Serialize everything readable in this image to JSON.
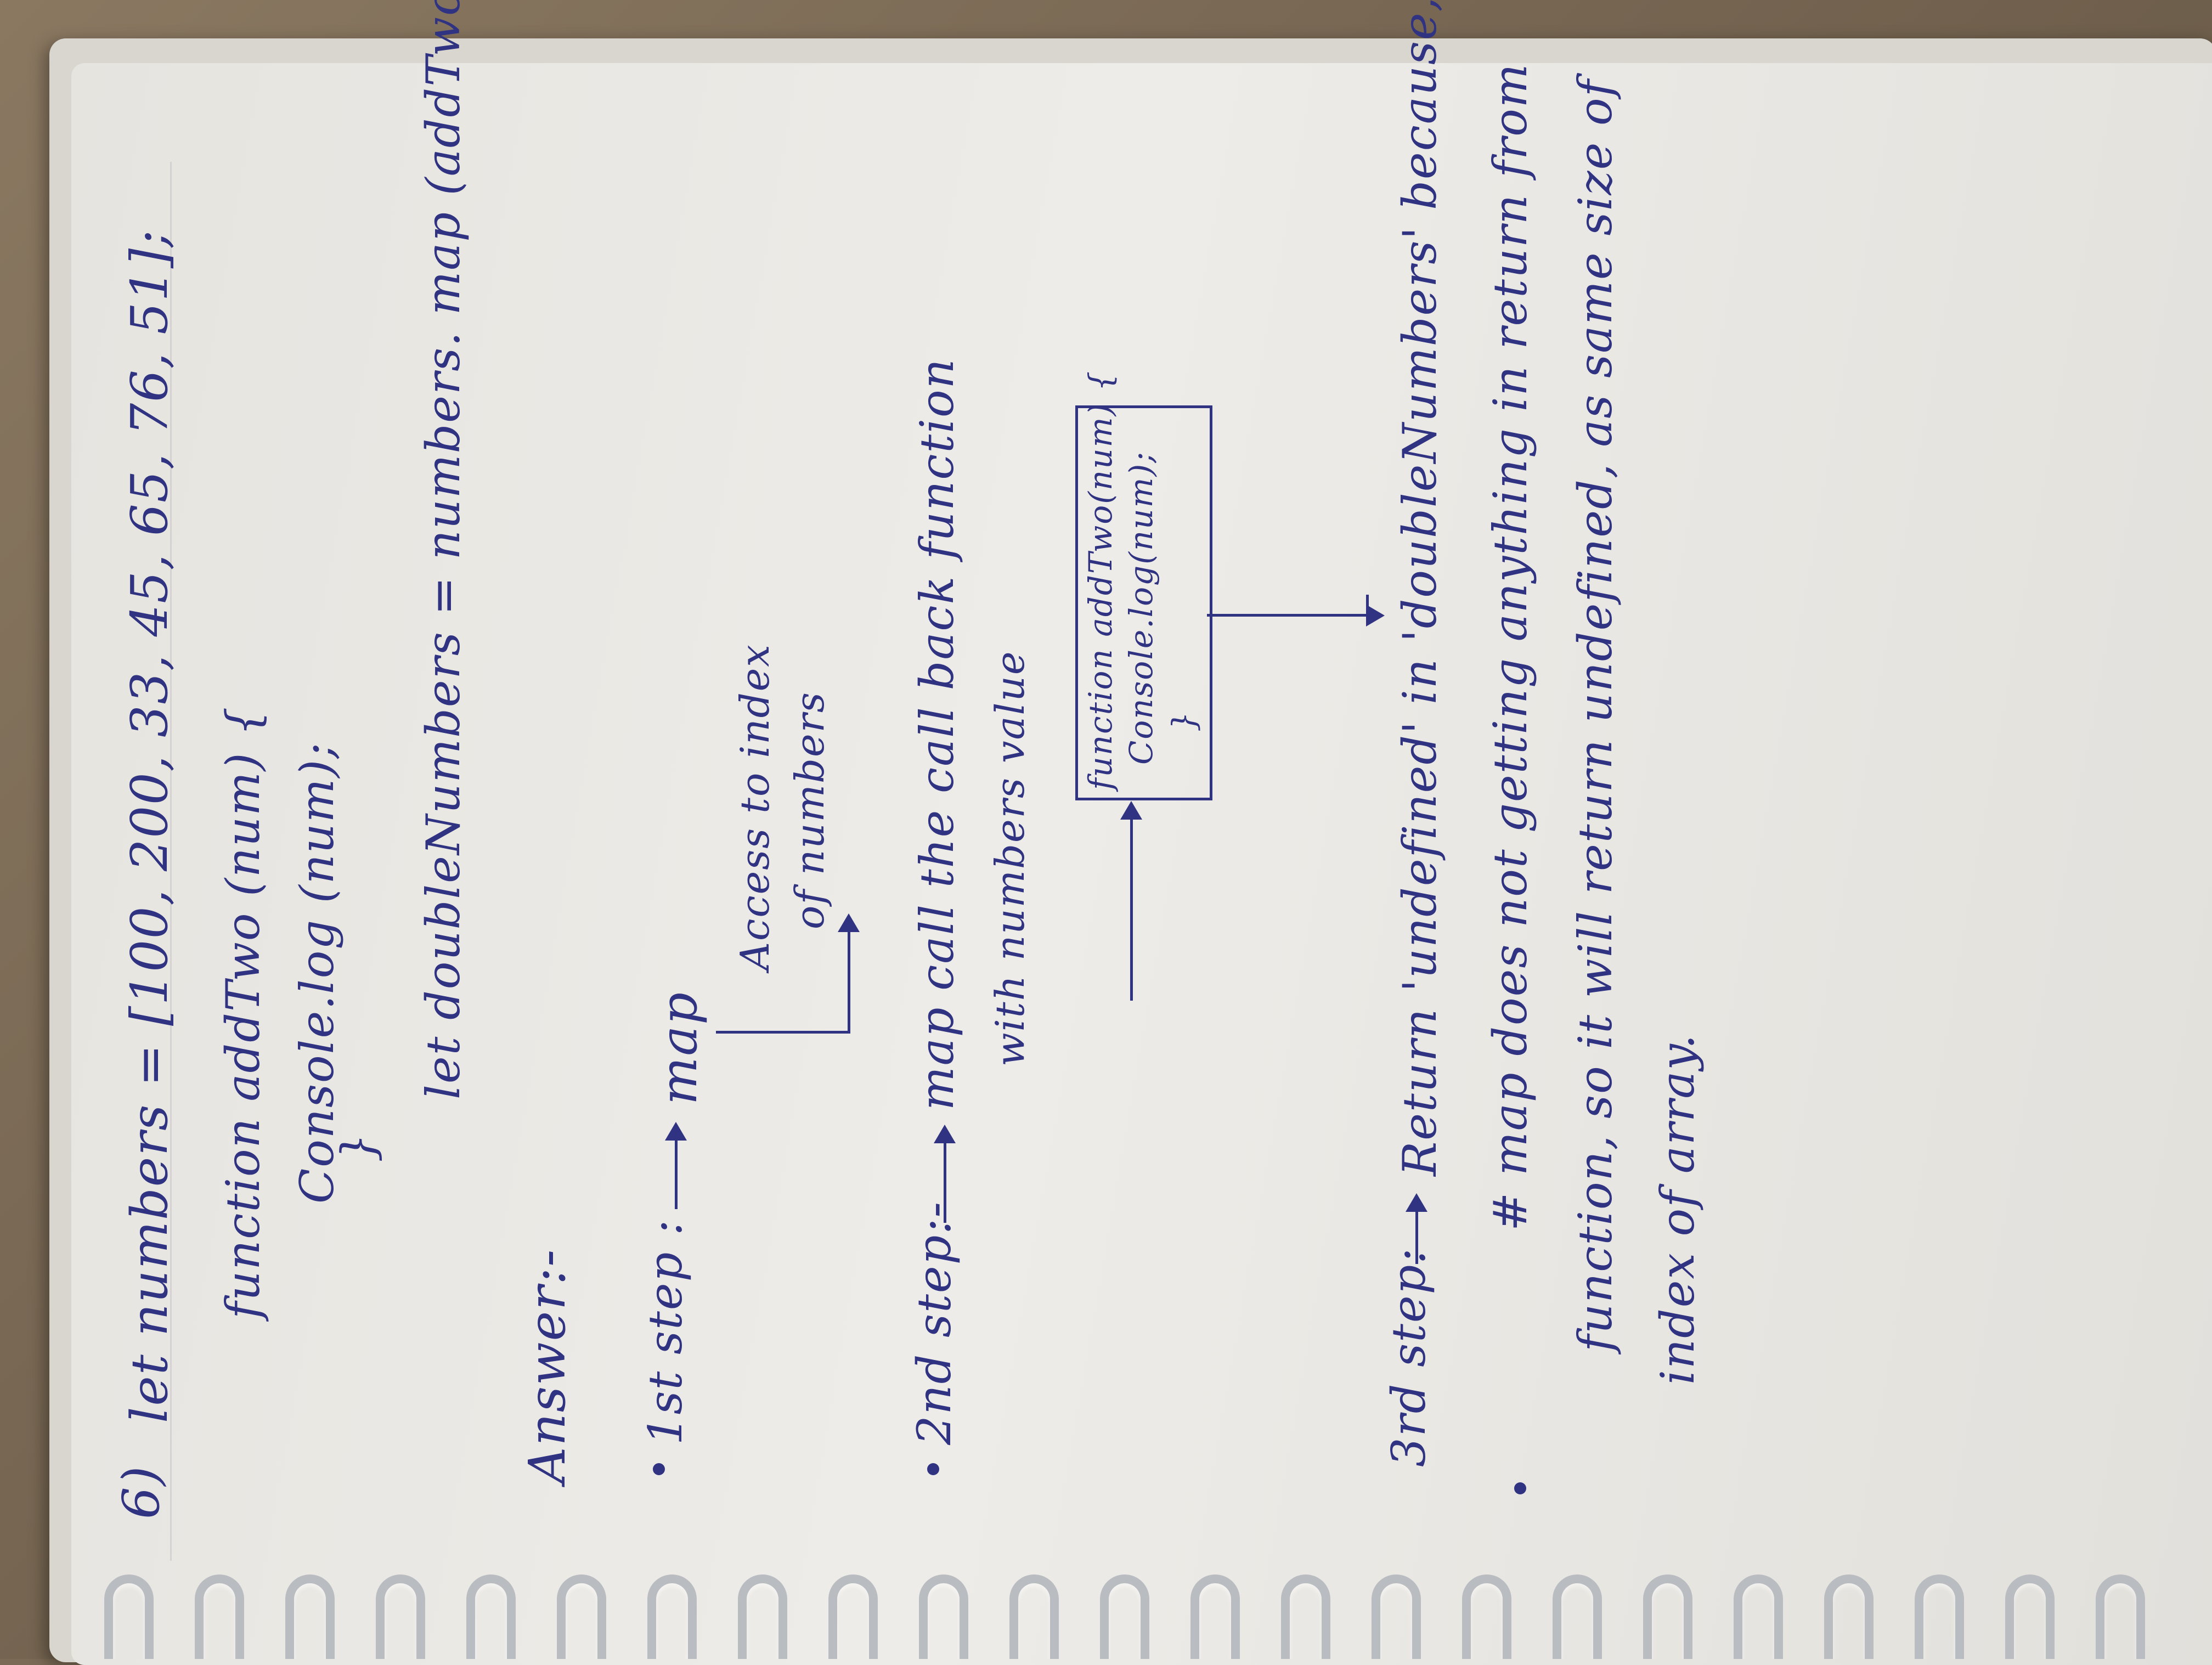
{
  "question": {
    "number": "6)",
    "line1": "let numbers = [100, 200, 33, 45, 65, 76, 51];",
    "line2": "function addTwo (num) {",
    "line3": "Console.log (num);",
    "line4": "}",
    "line5": "let doubleNumbers = numbers. map (addTwo);"
  },
  "answer": {
    "heading": "Answer:-",
    "step1": {
      "label": "1st step :",
      "target": "map",
      "note_line1": "Access to index",
      "note_line2": "of numbers"
    },
    "step2": {
      "label": "2nd step:-",
      "text_line1": "map call the call back function",
      "text_line2": "with numbers value",
      "box_line1": "function addTwo(num) {",
      "box_line2": "Console.log(num);",
      "box_line3": "}"
    },
    "step3": {
      "label": "3rd step:",
      "text_line1": "Return 'undefined' in 'doubleNumbers' because,",
      "text_line2": "# map does not getting anything in return from",
      "text_line3": "function, so it will return undefined, as same size of",
      "text_line4": "index of array."
    }
  },
  "colors": {
    "ink": "#2f3382",
    "paper": "#eeece8",
    "table": "#6f5f4c",
    "rings": "#b9bcc0"
  }
}
